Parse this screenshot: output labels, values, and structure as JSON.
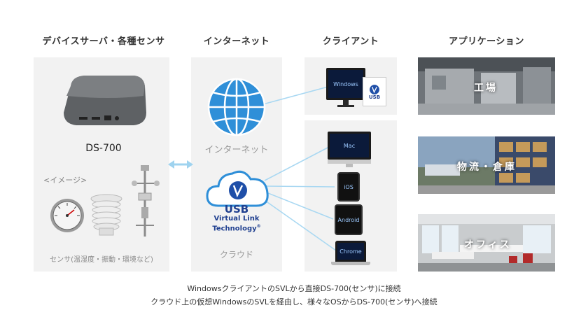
{
  "columns": {
    "devices": "デバイスサーバ・各種センサ",
    "internet": "インターネット",
    "client": "クライアント",
    "application": "アプリケーション"
  },
  "device": {
    "label": "DS-700",
    "image_caption": "<イメージ>",
    "sensor_caption": "センサ(温湿度・振動・環境など)"
  },
  "internet": {
    "globe_label": "インターネット",
    "cloud_label": "クラウド"
  },
  "usb_logo": {
    "usb": "USB",
    "line1": "Virtual Link",
    "line2": "Technology",
    "mark": "®"
  },
  "clients": {
    "windows": "Windows",
    "mac": "Mac",
    "ios": "iOS",
    "android": "Android",
    "chrome": "Chrome"
  },
  "applications": {
    "factory": "工場",
    "logistics": "物流・倉庫",
    "office": "オフィス"
  },
  "footer": {
    "line1": "WindowsクライアントのSVLから直接DS-700(センサ)に接続",
    "line2": "クラウド上の仮想WindowsのSVLを経由し、様々なOSからDS-700(センサ)へ接続"
  },
  "colors": {
    "accent_blue": "#2f8fd8",
    "line_blue": "#a9d8f2",
    "panel_bg": "#f2f2f2",
    "screen_bg": "#0b1a3a"
  }
}
